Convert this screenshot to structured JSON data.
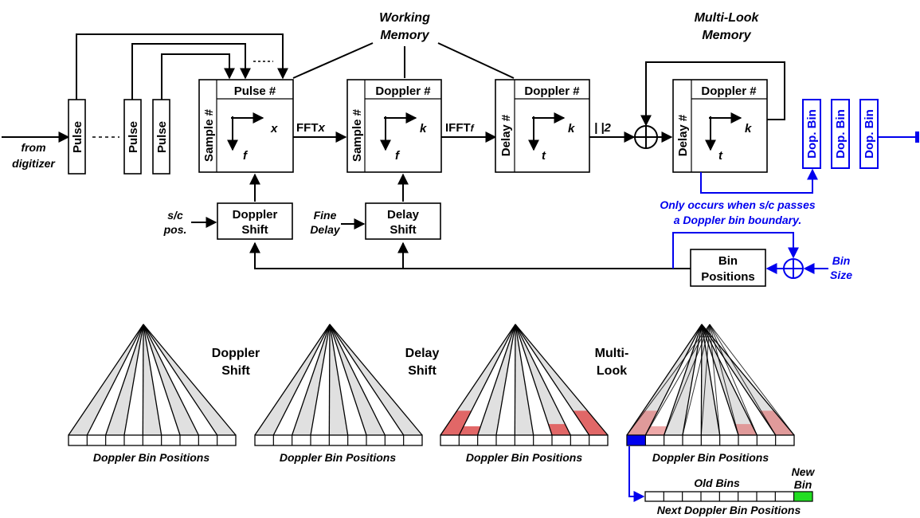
{
  "labels": {
    "working_memory": [
      "Working",
      "Memory"
    ],
    "multilook_memory": [
      "Multi-Look",
      "Memory"
    ],
    "from_digitizer": [
      "from",
      "digitizer"
    ],
    "pulse": "Pulse",
    "pulse_hash": "Pulse #",
    "doppler_hash": "Doppler #",
    "sample_hash": "Sample #",
    "delay_hash": "Delay #",
    "axis_x": "x",
    "axis_f": "f",
    "axis_k": "k",
    "axis_t": "t",
    "fft": "FFT",
    "fft_sub": "x",
    "ifft": "IFFT",
    "ifft_sub": "f",
    "mag_sq": "| |2",
    "doppler_shift": [
      "Doppler",
      "Shift"
    ],
    "delay_shift": [
      "Delay",
      "Shift"
    ],
    "sc_pos": [
      "s/c",
      "pos."
    ],
    "fine_delay": [
      "Fine",
      "Delay"
    ],
    "bin_positions": [
      "Bin",
      "Positions"
    ],
    "bin_size": [
      "Bin",
      "Size"
    ],
    "dop_bin": "Dop. Bin",
    "note": [
      "Only occurs when s/c passes",
      "a Doppler bin boundary."
    ]
  },
  "fans": [
    {
      "title": [
        "Doppler",
        "Shift"
      ],
      "caption": "Doppler Bin Positions"
    },
    {
      "title": [
        "Delay",
        "Shift"
      ],
      "caption": "Doppler Bin Positions"
    },
    {
      "title": [
        "Multi-",
        "Look"
      ],
      "caption": "Doppler Bin Positions"
    },
    {
      "title": [],
      "caption": "Doppler Bin Positions"
    }
  ],
  "next_bins": {
    "old": "Old Bins",
    "new": [
      "New",
      "Bin"
    ],
    "caption": "Next Doppler Bin Positions"
  },
  "colors": {
    "blue": "#0000ee",
    "grey_fill": "#e0e0e0",
    "red_fill": "#e06060",
    "new_bin": "#22dd22"
  }
}
